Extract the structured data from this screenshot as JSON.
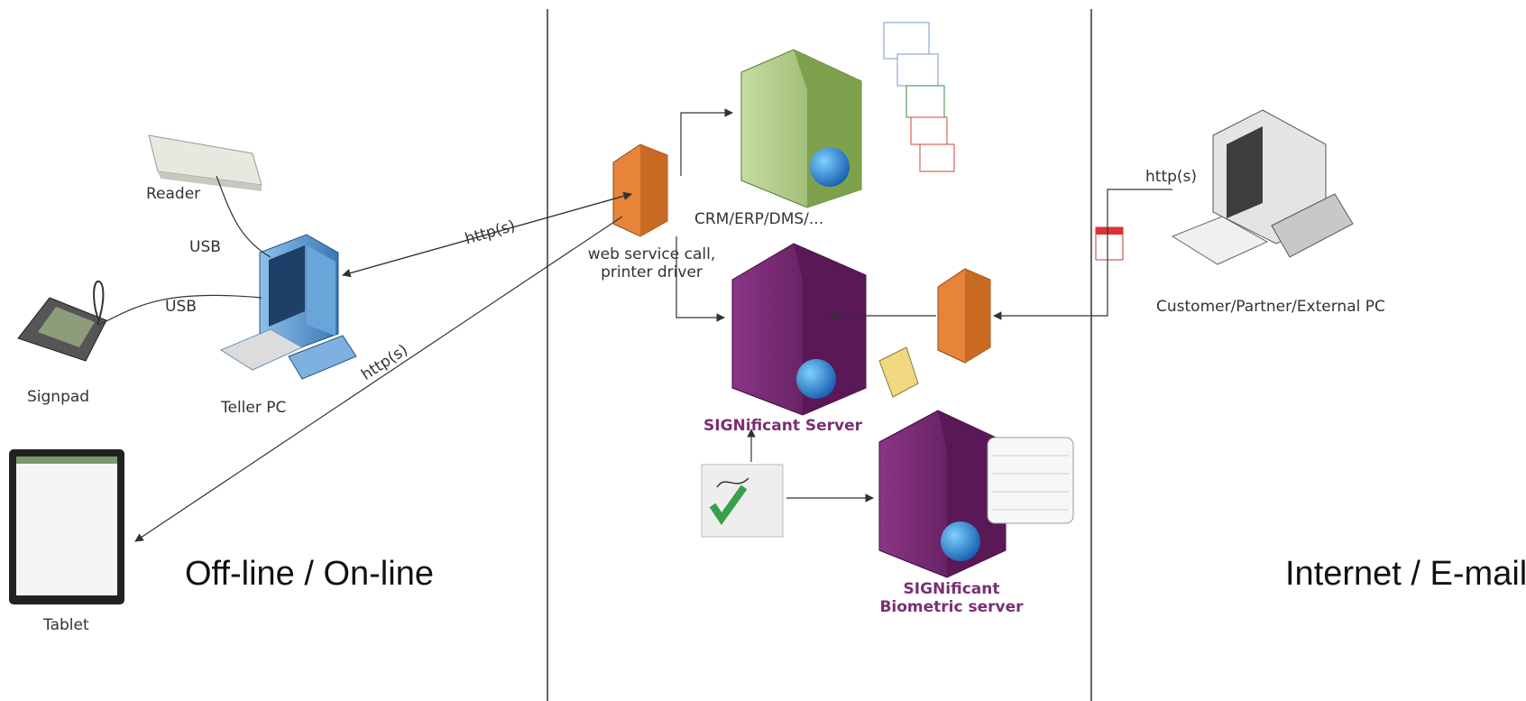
{
  "zones": {
    "left": "Off-line / On-line",
    "right": "Internet / E-mail"
  },
  "devices": {
    "reader": "Reader",
    "signpad": "Signpad",
    "teller_pc": "Teller PC",
    "tablet": "Tablet",
    "crm": "CRM/ERP/DMS/...",
    "significant_server": "SIGNificant Server",
    "biometric_server_line1": "SIGNificant",
    "biometric_server_line2": "Biometric server",
    "customer_pc": "Customer/Partner/External PC"
  },
  "connections": {
    "usb_reader": "USB",
    "usb_signpad": "USB",
    "http_teller": "http(s)",
    "http_tablet": "http(s)",
    "http_customer": "http(s)",
    "web_service_line1": "web service call,",
    "web_service_line2": "printer driver"
  },
  "colors": {
    "server_green": "#a8c47a",
    "server_purple": "#6b1f66",
    "firewall": "#e8843a",
    "pc_blue": "#5a9ad0",
    "divider": "#666666"
  }
}
